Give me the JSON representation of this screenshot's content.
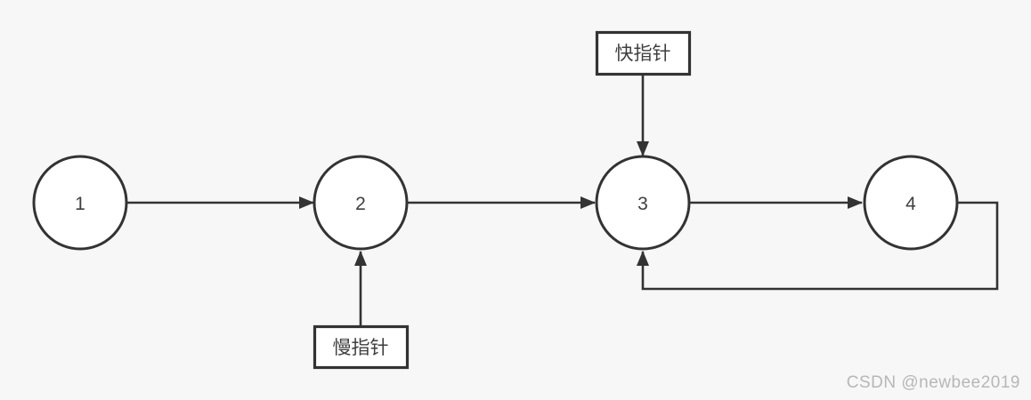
{
  "diagram": {
    "title_implicit": "linked-list cycle with fast and slow pointers",
    "nodes": [
      {
        "label": "1"
      },
      {
        "label": "2"
      },
      {
        "label": "3"
      },
      {
        "label": "4"
      }
    ],
    "pointers": {
      "fast": {
        "label": "快指针"
      },
      "slow": {
        "label": "慢指针"
      }
    },
    "edges": [
      {
        "from": "1",
        "to": "2"
      },
      {
        "from": "2",
        "to": "3"
      },
      {
        "from": "3",
        "to": "4"
      },
      {
        "from": "4",
        "to": "3",
        "kind": "loop-back"
      },
      {
        "from": "快指针",
        "to": "3",
        "kind": "pointer"
      },
      {
        "from": "慢指针",
        "to": "2",
        "kind": "pointer"
      }
    ],
    "colors": {
      "background": "#f7f7f7",
      "stroke": "#333333",
      "shape_fill": "#ffffff",
      "node_text": "#404040",
      "watermark_text": "#b9b6b6"
    }
  },
  "watermark": {
    "text": "CSDN @newbee2019"
  }
}
